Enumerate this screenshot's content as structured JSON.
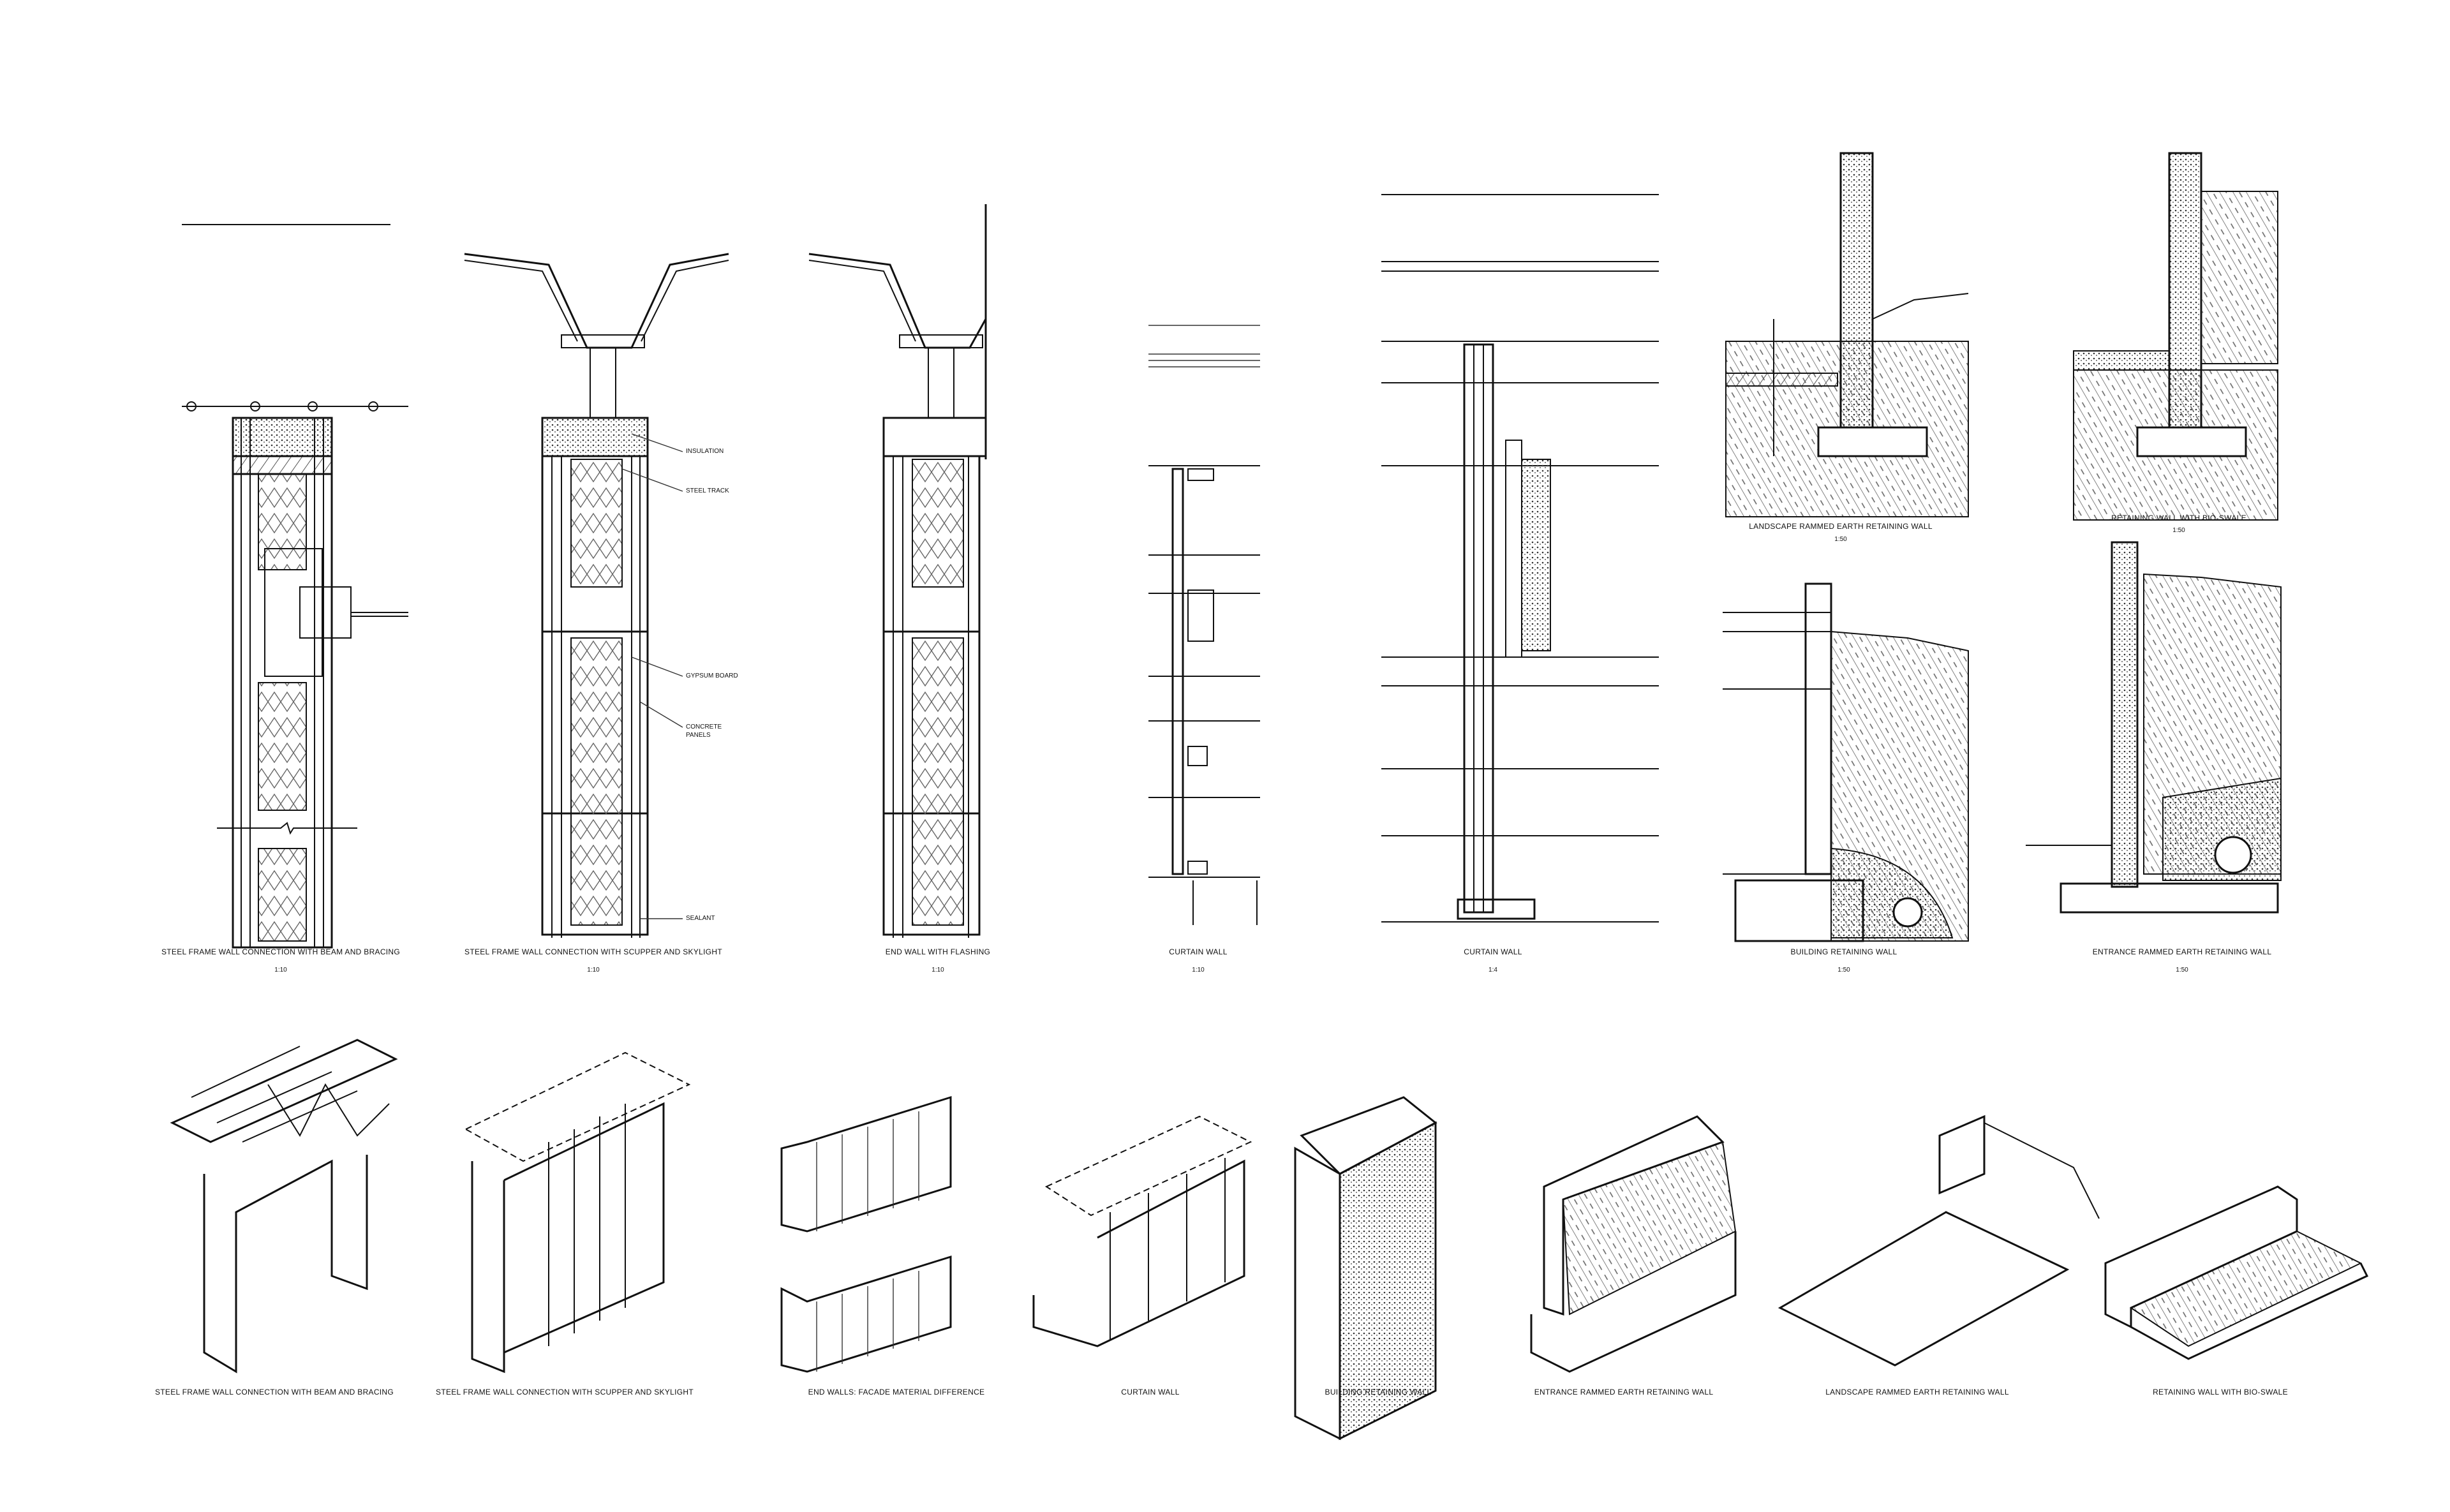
{
  "sections": [
    {
      "id": "s1",
      "caption": "STEEL FRAME WALL CONNECTION WITH BEAM AND BRACING",
      "scale": "1:10"
    },
    {
      "id": "s2",
      "caption": "STEEL FRAME WALL CONNECTION WITH SCUPPER AND SKYLIGHT",
      "scale": "1:10"
    },
    {
      "id": "s3",
      "caption": "END WALL WITH FLASHING",
      "scale": "1:10"
    },
    {
      "id": "s4",
      "caption": "CURTAIN WALL",
      "scale": "1:10"
    },
    {
      "id": "s5",
      "caption": "CURTAIN WALL",
      "scale": "1:4"
    },
    {
      "id": "s6",
      "caption": "LANDSCAPE RAMMED EARTH RETAINING WALL",
      "scale": "1:50"
    },
    {
      "id": "s7",
      "caption": "RETAINING WALL WITH BIO-SWALE",
      "scale": "1:50"
    },
    {
      "id": "s8",
      "caption": "BUILDING RETAINING WALL",
      "scale": "1:50"
    },
    {
      "id": "s9",
      "caption": "ENTRANCE RAMMED EARTH RETAINING WALL",
      "scale": "1:50"
    }
  ],
  "annotations": {
    "insulation": "INSULATION",
    "steel_track": "STEEL TRACK",
    "gypsum_board": "GYPSUM BOARD",
    "concrete_panels_1": "CONCRETE",
    "concrete_panels_2": "PANELS",
    "sealant": "SEALANT"
  },
  "axonometrics": [
    {
      "id": "a1",
      "caption": "STEEL FRAME WALL CONNECTION WITH BEAM AND BRACING"
    },
    {
      "id": "a2",
      "caption": "STEEL FRAME WALL CONNECTION WITH SCUPPER AND SKYLIGHT"
    },
    {
      "id": "a3",
      "caption": "END WALLS: FACADE MATERIAL DIFFERENCE"
    },
    {
      "id": "a4",
      "caption": "CURTAIN WALL"
    },
    {
      "id": "a5",
      "caption": "BUILDING RETAINING WALL"
    },
    {
      "id": "a6",
      "caption": "ENTRANCE RAMMED EARTH RETAINING WALL"
    },
    {
      "id": "a7",
      "caption": "LANDSCAPE RAMMED EARTH RETAINING WALL"
    },
    {
      "id": "a8",
      "caption": "RETAINING WALL WITH BIO-SWALE"
    }
  ],
  "colors": {
    "line": "#111111",
    "background": "#ffffff"
  }
}
